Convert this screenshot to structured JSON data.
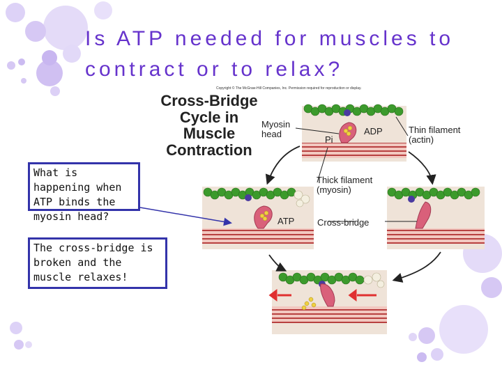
{
  "slide": {
    "title_line1": "Is ATP needed for muscles to",
    "title_line2": "contract or to relax?",
    "question": "What is happening when ATP binds the myosin head?",
    "answer": "The cross-bridge is broken and the muscle relaxes!"
  },
  "figure": {
    "copyright": "Copyright © The McGraw-Hill Companies, Inc. Permission required for reproduction or display.",
    "title_lines": [
      "Cross-Bridge",
      "Cycle in",
      "Muscle",
      "Contraction"
    ],
    "labels": {
      "myosin_head_1": "Myosin",
      "myosin_head_2": "head",
      "adp": "ADP",
      "pi": "Pi",
      "thin_filament_1": "Thin filament",
      "thin_filament_2": "(actin)",
      "thick_filament_1": "Thick filament",
      "thick_filament_2": "(myosin)",
      "atp": "ATP",
      "cross_bridge": "Cross-bridge"
    }
  },
  "colors": {
    "title": "#6633cc",
    "box_border": "#3333aa",
    "bubbles": "#d9ccf5",
    "actin": "#3a9a2a",
    "thick_filament": "#b03a3a",
    "myosin_head": "#d9607a",
    "arrow": "#e03030"
  }
}
